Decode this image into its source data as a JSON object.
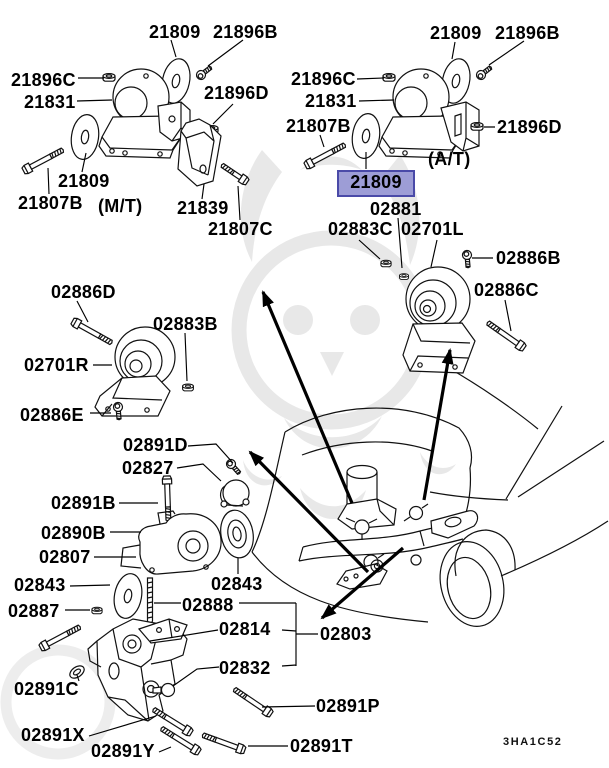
{
  "figure": {
    "code": "3HA1C52"
  },
  "selection": {
    "selected_part": "21809",
    "highlight_fill": "#9d9dd6",
    "highlight_border": "#4a4aa8"
  },
  "labels": {
    "mt_21809_upper": "21809",
    "mt_21896B": "21896B",
    "mt_21896C": "21896C",
    "mt_21831": "21831",
    "mt_21896D": "21896D",
    "mt_21809_lower": "21809",
    "mt_21807B": "21807B",
    "mt_caption": "(M/T)",
    "mt_21839": "21839",
    "mt_21807C": "21807C",
    "at_21809_upper": "21809",
    "at_21896B": "21896B",
    "at_21896C": "21896C",
    "at_21831": "21831",
    "at_21807B": "21807B",
    "at_21896D": "21896D",
    "at_caption": "(A/T)",
    "at_21809_selected": "21809",
    "p02881": "02881",
    "p02883C": "02883C",
    "p02701L": "02701L",
    "p02886B": "02886B",
    "p02886C": "02886C",
    "p02886D": "02886D",
    "p02883B": "02883B",
    "p02701R": "02701R",
    "p02886E": "02886E",
    "p02891D": "02891D",
    "p02827": "02827",
    "p02891B": "02891B",
    "p02890B": "02890B",
    "p02807": "02807",
    "p02843_left": "02843",
    "p02887": "02887",
    "p02888": "02888",
    "p02843_right": "02843",
    "p02814": "02814",
    "p02832": "02832",
    "p02803": "02803",
    "p02891C": "02891C",
    "p02891P": "02891P",
    "p02891X": "02891X",
    "p02891Y": "02891Y",
    "p02891T": "02891T"
  }
}
